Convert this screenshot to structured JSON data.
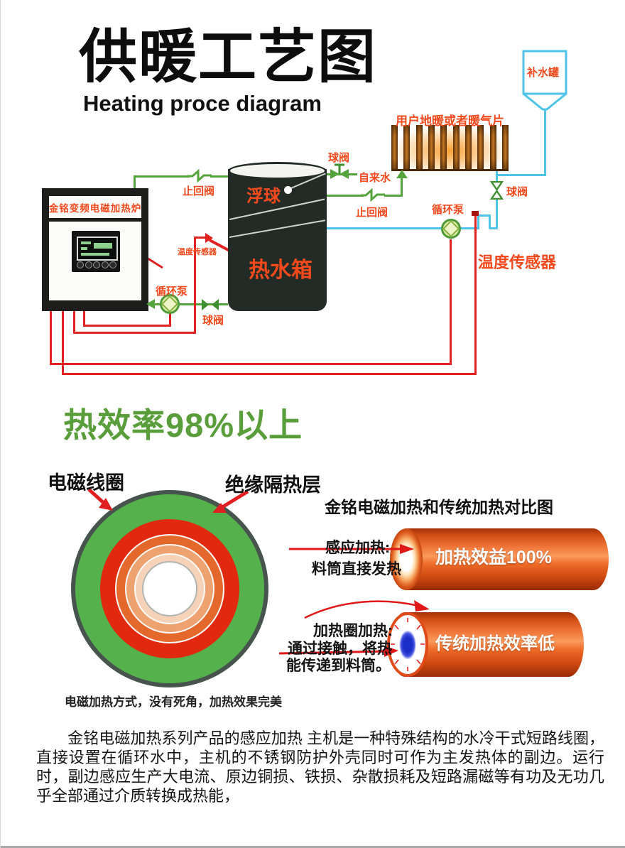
{
  "title": {
    "zh": "供暖工艺图",
    "en": "Heating proce diagram"
  },
  "diagram": {
    "furnace_label": "金铭变频电磁加热炉",
    "tank_float_label": "浮球",
    "tank_label": "热水箱",
    "radiator_label": "用户地暖或者暖气片",
    "makeup_tank_label": "补水罐",
    "labels": {
      "check_valve_left": "止回阀",
      "check_valve_right": "止回阀",
      "ball_valve_top": "球阀",
      "ball_valve_pump": "球阀",
      "ball_valve_riser": "球阀",
      "tap_water": "自来水",
      "pump_furnace": "循环泵",
      "pump_loop": "循环泵",
      "temp_sensor_small": "温度传感器",
      "temp_sensor_large": "温度传感器"
    }
  },
  "efficiency_heading": "热效率98%以上",
  "coil_figure": {
    "coil_label": "电磁线圈",
    "insulation_label": "绝缘隔热层",
    "caption": "电磁加热方式，没有死角，加热效果完美"
  },
  "comparison": {
    "title": "金铭电磁加热和传统加热对比图",
    "induction": {
      "heading": "感应加热:",
      "desc": "料筒直接发热",
      "cylinder_label": "加热效益100%"
    },
    "traditional": {
      "heading": "加热圈加热:",
      "desc_line1": "通过接触，将热",
      "desc_line2": "能传递到料筒。",
      "cylinder_label": "传统加热效率低"
    }
  },
  "paragraph": "　　金铭电磁加热系列产品的感应加热 主机是一种特殊结构的水冷干式短路线圈，直接设置在循环水中，主机的不锈钢防护外壳同时可作为主发热体的副边。运行时，副边感应生产大电流、原边铜损、铁损、杂散损耗及短路漏磁等有功及无功几乎全部通过介质转换成热能，",
  "colors": {
    "pipe_green": "#55a33c",
    "pipe_blue": "#4fc4e8",
    "pipe_red": "#e02222",
    "label_orange": "#f24a1d",
    "efficiency_green": "#5a9e3b"
  }
}
